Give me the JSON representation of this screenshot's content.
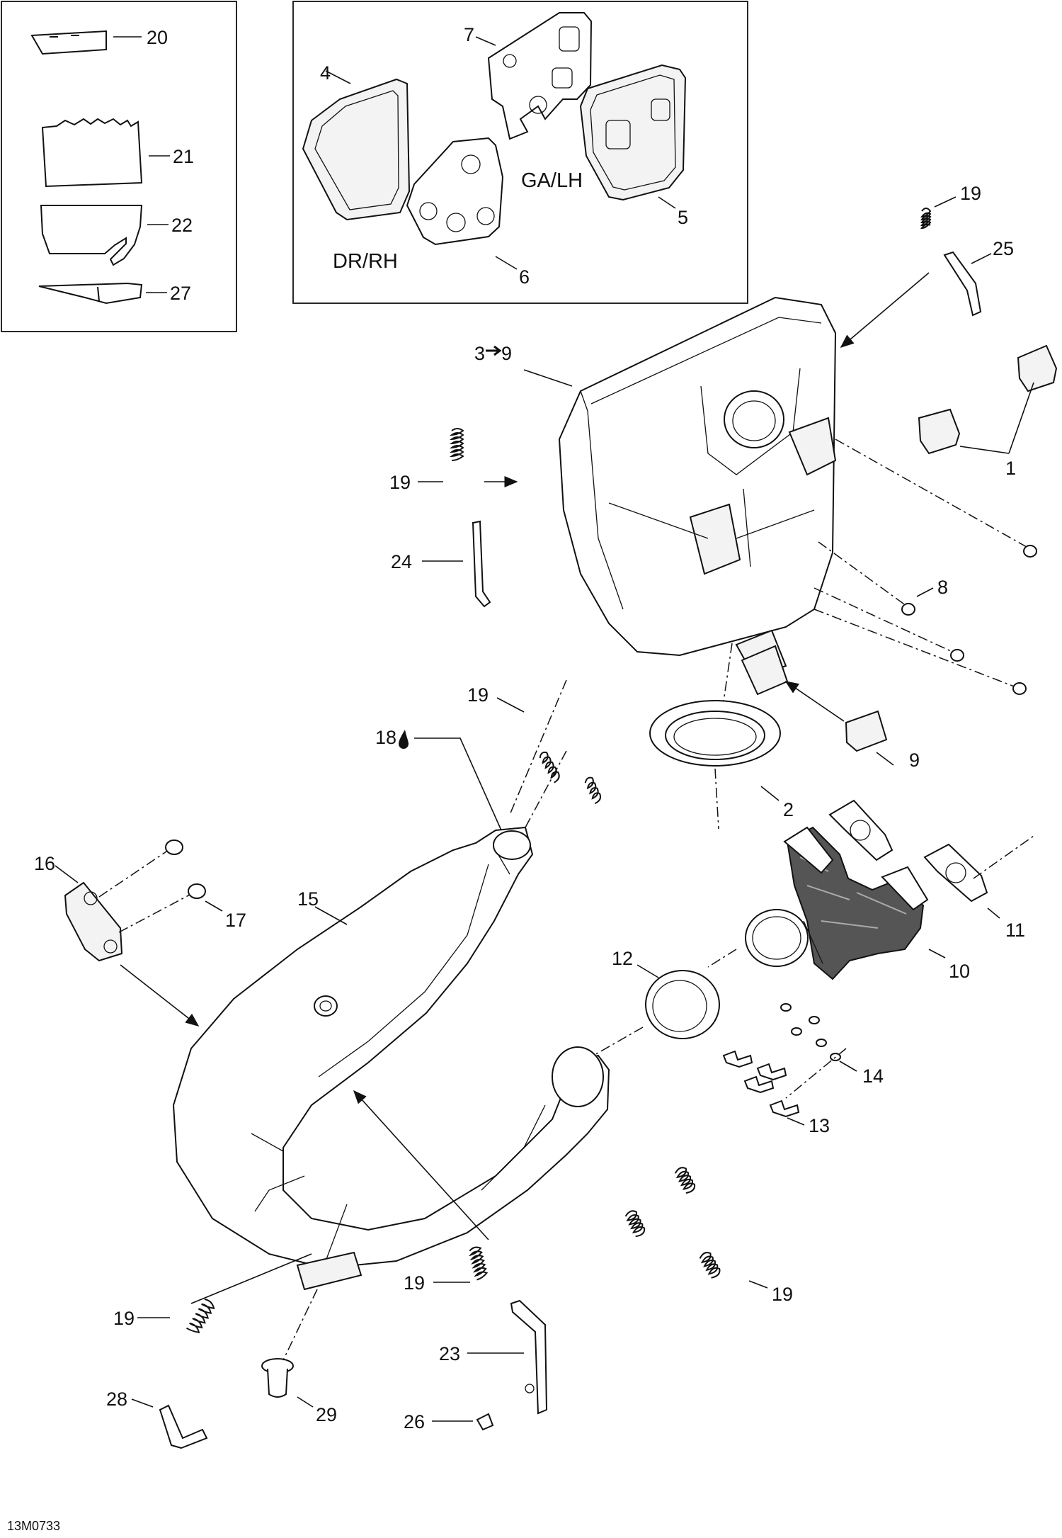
{
  "figure_ref": "13M0733",
  "inset_labels": {
    "left_side": "DR/RH",
    "right_side": "GA/LH"
  },
  "callouts": {
    "c1": "1",
    "c2": "2",
    "c3": "3",
    "c3_ref": "9",
    "c4": "4",
    "c5": "5",
    "c6": "6",
    "c7": "7",
    "c8": "8",
    "c9": "9",
    "c10": "10",
    "c11": "11",
    "c12": "12",
    "c13": "13",
    "c14": "14",
    "c15": "15",
    "c16": "16",
    "c17": "17",
    "c18": "18",
    "c19a": "19",
    "c19b": "19",
    "c19c": "19",
    "c19d": "19",
    "c19e": "19",
    "c19f": "19",
    "c20": "20",
    "c21": "21",
    "c22": "22",
    "c23": "23",
    "c24": "24",
    "c25": "25",
    "c26": "26",
    "c27": "27",
    "c28": "28",
    "c29": "29"
  },
  "icons": {
    "arrow_ref": "right-arrow-icon",
    "drop": "drop-icon"
  }
}
